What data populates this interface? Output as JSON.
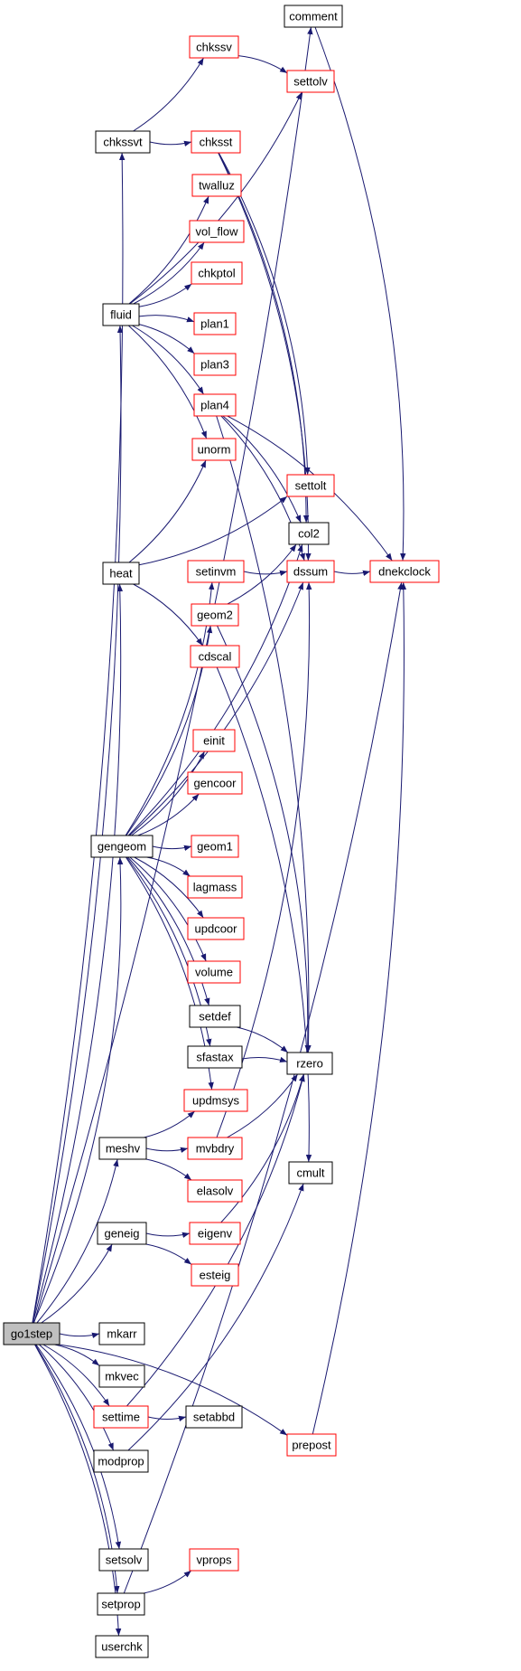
{
  "colors": {
    "edge": "#191970",
    "node_border_black": "#000000",
    "node_border_red": "#ff0000",
    "node_fill": "#ffffff",
    "root_fill": "#bfbfbf"
  },
  "nodes": [
    {
      "id": "go1step",
      "label": "go1step",
      "style": "root"
    },
    {
      "id": "comment",
      "label": "comment",
      "style": "black"
    },
    {
      "id": "chkssv",
      "label": "chkssv",
      "style": "red"
    },
    {
      "id": "settolv",
      "label": "settolv",
      "style": "red"
    },
    {
      "id": "chkssvt",
      "label": "chkssvt",
      "style": "black"
    },
    {
      "id": "chksst",
      "label": "chksst",
      "style": "red"
    },
    {
      "id": "twalluz",
      "label": "twalluz",
      "style": "red"
    },
    {
      "id": "vol_flow",
      "label": "vol_flow",
      "style": "red"
    },
    {
      "id": "chkptol",
      "label": "chkptol",
      "style": "red"
    },
    {
      "id": "fluid",
      "label": "fluid",
      "style": "black"
    },
    {
      "id": "plan1",
      "label": "plan1",
      "style": "red"
    },
    {
      "id": "plan3",
      "label": "plan3",
      "style": "red"
    },
    {
      "id": "plan4",
      "label": "plan4",
      "style": "red"
    },
    {
      "id": "unorm",
      "label": "unorm",
      "style": "red"
    },
    {
      "id": "settolt",
      "label": "settolt",
      "style": "red"
    },
    {
      "id": "col2",
      "label": "col2",
      "style": "black"
    },
    {
      "id": "heat",
      "label": "heat",
      "style": "black"
    },
    {
      "id": "setinvm",
      "label": "setinvm",
      "style": "red"
    },
    {
      "id": "dssum",
      "label": "dssum",
      "style": "red"
    },
    {
      "id": "dnekclock",
      "label": "dnekclock",
      "style": "red"
    },
    {
      "id": "geom2",
      "label": "geom2",
      "style": "red"
    },
    {
      "id": "cdscal",
      "label": "cdscal",
      "style": "red"
    },
    {
      "id": "einit",
      "label": "einit",
      "style": "red"
    },
    {
      "id": "gencoor",
      "label": "gencoor",
      "style": "red"
    },
    {
      "id": "gengeom",
      "label": "gengeom",
      "style": "black"
    },
    {
      "id": "geom1",
      "label": "geom1",
      "style": "red"
    },
    {
      "id": "lagmass",
      "label": "lagmass",
      "style": "red"
    },
    {
      "id": "updcoor",
      "label": "updcoor",
      "style": "red"
    },
    {
      "id": "volume",
      "label": "volume",
      "style": "red"
    },
    {
      "id": "setdef",
      "label": "setdef",
      "style": "black"
    },
    {
      "id": "sfastax",
      "label": "sfastax",
      "style": "black"
    },
    {
      "id": "rzero",
      "label": "rzero",
      "style": "black"
    },
    {
      "id": "updmsys",
      "label": "updmsys",
      "style": "red"
    },
    {
      "id": "meshv",
      "label": "meshv",
      "style": "black"
    },
    {
      "id": "mvbdry",
      "label": "mvbdry",
      "style": "red"
    },
    {
      "id": "elasolv",
      "label": "elasolv",
      "style": "red"
    },
    {
      "id": "cmult",
      "label": "cmult",
      "style": "black"
    },
    {
      "id": "geneig",
      "label": "geneig",
      "style": "black"
    },
    {
      "id": "eigenv",
      "label": "eigenv",
      "style": "red"
    },
    {
      "id": "esteig",
      "label": "esteig",
      "style": "red"
    },
    {
      "id": "mkarr",
      "label": "mkarr",
      "style": "black"
    },
    {
      "id": "mkvec",
      "label": "mkvec",
      "style": "black"
    },
    {
      "id": "settime",
      "label": "settime",
      "style": "red"
    },
    {
      "id": "setabbd",
      "label": "setabbd",
      "style": "black"
    },
    {
      "id": "prepost",
      "label": "prepost",
      "style": "red"
    },
    {
      "id": "modprop",
      "label": "modprop",
      "style": "black"
    },
    {
      "id": "setsolv",
      "label": "setsolv",
      "style": "black"
    },
    {
      "id": "vprops",
      "label": "vprops",
      "style": "red"
    },
    {
      "id": "setprop",
      "label": "setprop",
      "style": "black"
    },
    {
      "id": "userchk",
      "label": "userchk",
      "style": "black"
    }
  ],
  "edges": [
    [
      "go1step",
      "comment"
    ],
    [
      "go1step",
      "chkssvt"
    ],
    [
      "go1step",
      "fluid"
    ],
    [
      "go1step",
      "heat"
    ],
    [
      "go1step",
      "gengeom"
    ],
    [
      "go1step",
      "meshv"
    ],
    [
      "go1step",
      "geneig"
    ],
    [
      "go1step",
      "mkarr"
    ],
    [
      "go1step",
      "mkvec"
    ],
    [
      "go1step",
      "settime"
    ],
    [
      "go1step",
      "modprop"
    ],
    [
      "go1step",
      "prepost"
    ],
    [
      "go1step",
      "setsolv"
    ],
    [
      "go1step",
      "setprop"
    ],
    [
      "go1step",
      "userchk"
    ],
    [
      "comment",
      "dnekclock"
    ],
    [
      "chkssv",
      "settolv"
    ],
    [
      "chkssvt",
      "chkssv"
    ],
    [
      "chkssvt",
      "chksst"
    ],
    [
      "chksst",
      "settolt"
    ],
    [
      "chksst",
      "col2"
    ],
    [
      "chksst",
      "dssum"
    ],
    [
      "fluid",
      "settolv"
    ],
    [
      "fluid",
      "twalluz"
    ],
    [
      "fluid",
      "vol_flow"
    ],
    [
      "fluid",
      "chkptol"
    ],
    [
      "fluid",
      "plan1"
    ],
    [
      "fluid",
      "plan3"
    ],
    [
      "fluid",
      "plan4"
    ],
    [
      "fluid",
      "unorm"
    ],
    [
      "plan4",
      "dnekclock"
    ],
    [
      "plan4",
      "col2"
    ],
    [
      "plan4",
      "dssum"
    ],
    [
      "plan4",
      "rzero"
    ],
    [
      "heat",
      "unorm"
    ],
    [
      "heat",
      "settolt"
    ],
    [
      "heat",
      "cdscal"
    ],
    [
      "setinvm",
      "dssum"
    ],
    [
      "dssum",
      "dnekclock"
    ],
    [
      "geom2",
      "col2"
    ],
    [
      "geom2",
      "rzero"
    ],
    [
      "cdscal",
      "cmult"
    ],
    [
      "gengeom",
      "col2"
    ],
    [
      "gengeom",
      "setinvm"
    ],
    [
      "gengeom",
      "geom2"
    ],
    [
      "gengeom",
      "dssum"
    ],
    [
      "gengeom",
      "einit"
    ],
    [
      "gengeom",
      "gencoor"
    ],
    [
      "gengeom",
      "geom1"
    ],
    [
      "gengeom",
      "lagmass"
    ],
    [
      "gengeom",
      "updcoor"
    ],
    [
      "gengeom",
      "volume"
    ],
    [
      "gengeom",
      "setdef"
    ],
    [
      "gengeom",
      "sfastax"
    ],
    [
      "gengeom",
      "updmsys"
    ],
    [
      "setdef",
      "rzero"
    ],
    [
      "sfastax",
      "rzero"
    ],
    [
      "meshv",
      "updmsys"
    ],
    [
      "meshv",
      "mvbdry"
    ],
    [
      "meshv",
      "elasolv"
    ],
    [
      "mvbdry",
      "dssum"
    ],
    [
      "mvbdry",
      "rzero"
    ],
    [
      "geneig",
      "eigenv"
    ],
    [
      "geneig",
      "esteig"
    ],
    [
      "eigenv",
      "rzero"
    ],
    [
      "settime",
      "rzero"
    ],
    [
      "settime",
      "setabbd"
    ],
    [
      "modprop",
      "cmult"
    ],
    [
      "prepost",
      "dnekclock"
    ],
    [
      "setprop",
      "vprops"
    ],
    [
      "setprop",
      "dnekclock"
    ]
  ]
}
